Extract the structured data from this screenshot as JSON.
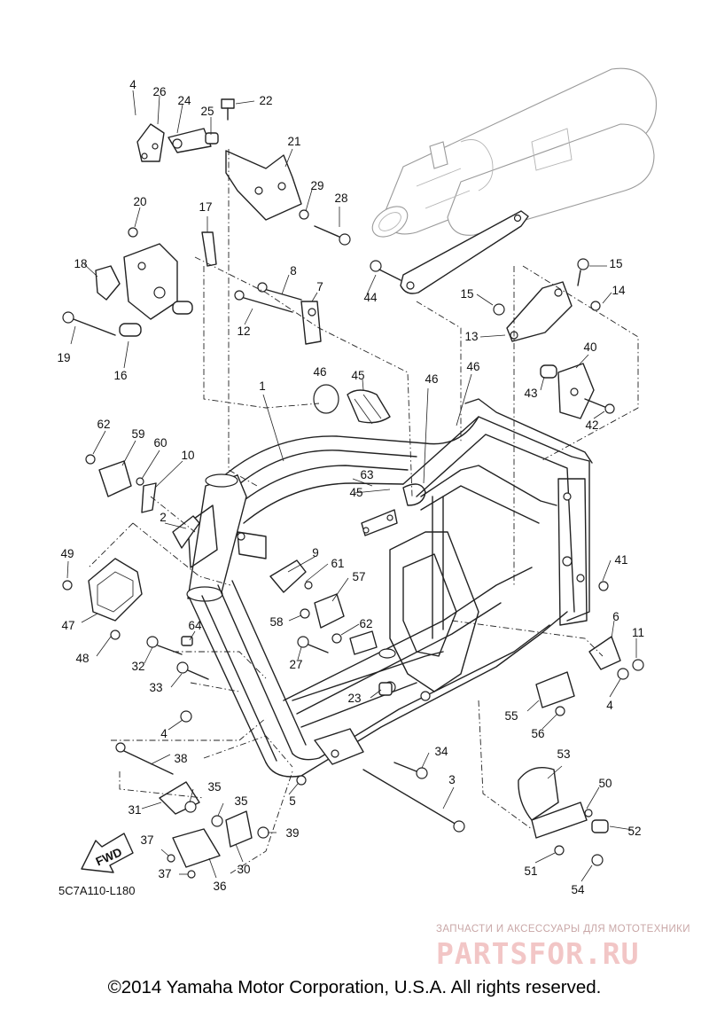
{
  "diagram": {
    "code": "5C7A110-L180",
    "fwd_label": "FWD",
    "callouts": [
      "1",
      "2",
      "3",
      "4",
      "4",
      "4",
      "5",
      "6",
      "7",
      "8",
      "9",
      "10",
      "11",
      "12",
      "13",
      "14",
      "15",
      "15",
      "16",
      "17",
      "18",
      "19",
      "20",
      "21",
      "22",
      "23",
      "24",
      "25",
      "26",
      "27",
      "28",
      "29",
      "30",
      "31",
      "32",
      "33",
      "34",
      "35",
      "35",
      "36",
      "37",
      "37",
      "38",
      "39",
      "40",
      "41",
      "42",
      "43",
      "44",
      "45",
      "45",
      "46",
      "46",
      "46",
      "47",
      "48",
      "49",
      "50",
      "51",
      "52",
      "53",
      "54",
      "55",
      "56",
      "57",
      "58",
      "59",
      "60",
      "61",
      "62",
      "62",
      "63",
      "64"
    ]
  },
  "watermark": {
    "caption": "ЗАПЧАСТИ И АКСЕССУАРЫ ДЛЯ МОТОТЕХНИКИ",
    "logo": "PARTSFOR.RU"
  },
  "footer": {
    "copyright": "©2014 Yamaha Motor Corporation, U.S.A. All rights reserved."
  }
}
